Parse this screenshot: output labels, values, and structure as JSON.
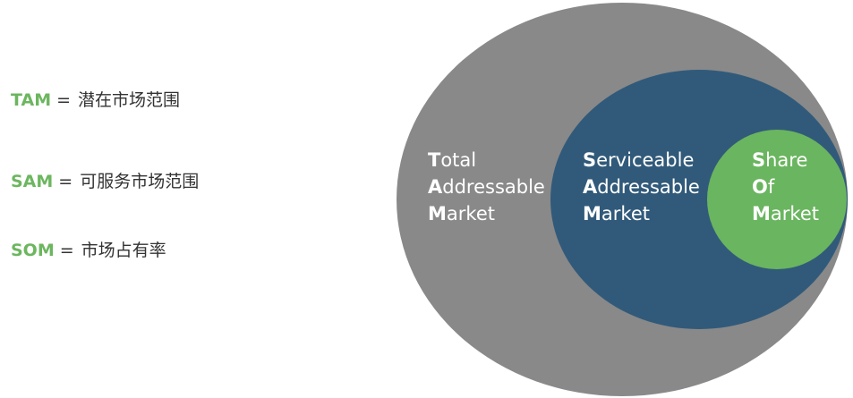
{
  "legend": [
    {
      "abbr": "TAM",
      "eq": "=",
      "desc": "潜在市场范围"
    },
    {
      "abbr": "SAM",
      "eq": "=",
      "desc": "可服务市场范围"
    },
    {
      "abbr": "SOM",
      "eq": "=",
      "desc": "市场占有率"
    }
  ],
  "circles": {
    "tam": {
      "lines": [
        {
          "initial": "T",
          "rest": "otal"
        },
        {
          "initial": "A",
          "rest": "ddressable"
        },
        {
          "initial": "M",
          "rest": "arket"
        }
      ],
      "color": "#898989"
    },
    "sam": {
      "lines": [
        {
          "initial": "S",
          "rest": "erviceable"
        },
        {
          "initial": "A",
          "rest": "ddressable"
        },
        {
          "initial": "M",
          "rest": "arket"
        }
      ],
      "color": "#315a7a"
    },
    "som": {
      "lines": [
        {
          "initial": "S",
          "rest": "hare"
        },
        {
          "initial": "O",
          "rest": "f"
        },
        {
          "initial": "M",
          "rest": "arket"
        }
      ],
      "color": "#6ab55f"
    }
  },
  "colors": {
    "accent_green": "#6cb65f",
    "text_dark": "#333333"
  }
}
